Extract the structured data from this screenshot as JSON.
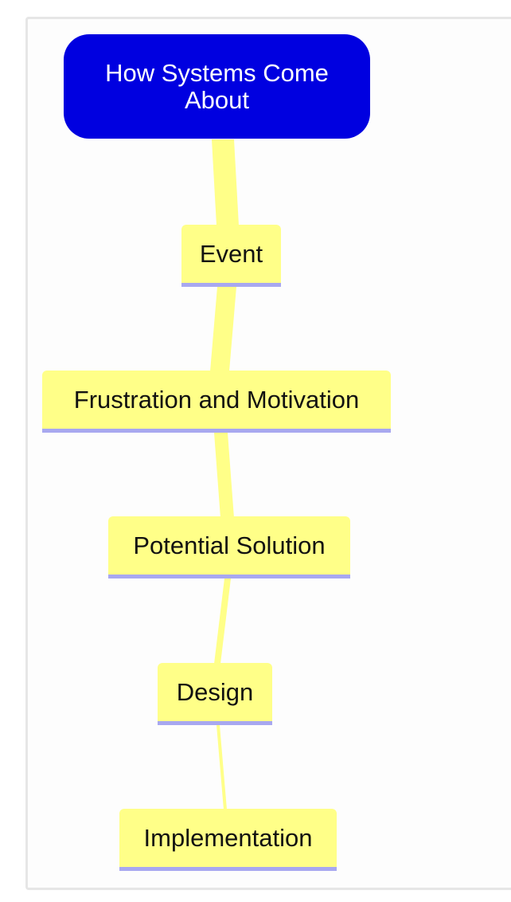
{
  "diagram": {
    "root": {
      "label": "How Systems Come About"
    },
    "steps": [
      {
        "label": "Event"
      },
      {
        "label": "Frustration and Motivation"
      },
      {
        "label": "Potential Solution"
      },
      {
        "label": "Design"
      },
      {
        "label": "Implementation"
      }
    ],
    "colors": {
      "root_fill": "#0000e0",
      "root_text": "#ffffff",
      "node_fill": "#ffff88",
      "node_underline": "#a8a8f0",
      "connector": "#ffff88"
    }
  }
}
